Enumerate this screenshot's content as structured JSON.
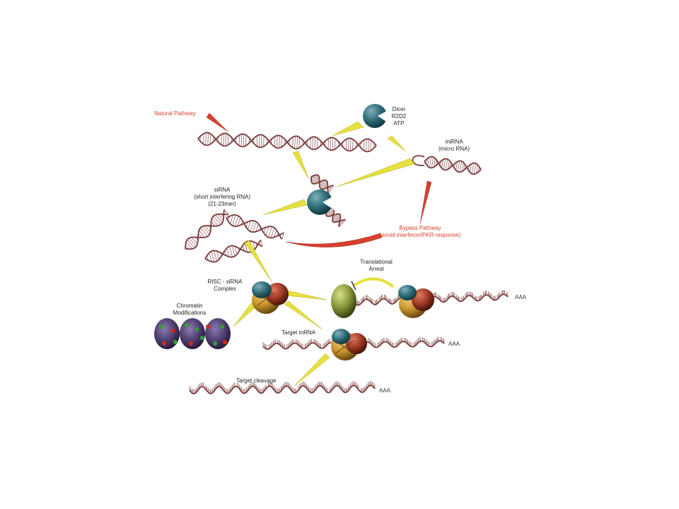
{
  "labels": {
    "natural_pathway": "Natural Pathway",
    "dicer_line1": "Dicer",
    "dicer_line2": "R2D2",
    "dicer_line3": "ATP",
    "mirna_line1": "miRNA",
    "mirna_line2": "(micro RNA)",
    "sirna_line1": "siRNA",
    "sirna_line2": "(short interfering RNA)",
    "sirna_line3": "(21-23mer)",
    "bypass_line1": "Bypass Pathway",
    "bypass_line2": "(avoid interferon/PKR response)",
    "translational_line1": "Translational",
    "translational_line2": "Arrest",
    "risc_line1": "RISC - siRNA",
    "risc_line2": "Complex",
    "chromatin_line1": "Chromatin",
    "chromatin_line2": "Modifications",
    "target_mrna": "Target mRNA",
    "target_cleavage": "Target cleavage",
    "polyA_1": "AAA",
    "polyA_2": "AAA",
    "polyA_3": "AAA"
  },
  "colors": {
    "strand": "#7a3b3b",
    "rung": "#8a5050",
    "yellow_arrow": "#e6e040",
    "red_arrow": "#d8402e",
    "dicer_teal": "#2f6f7a",
    "risc_teal": "#2f6a80",
    "risc_gold": "#c8962e",
    "risc_red": "#a23a28",
    "arrest_olive": "#8c9a3a",
    "chromatin_purple": "#4a3a6a"
  }
}
